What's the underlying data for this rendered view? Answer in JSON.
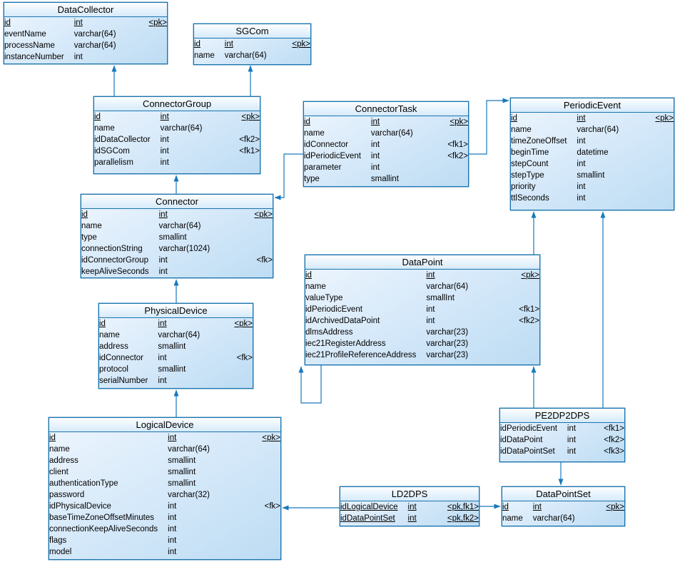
{
  "diagram": {
    "colors": {
      "border": "#1a74ae",
      "line": "#1779bd",
      "text": "#000000",
      "canvas": "#ffffff",
      "header_gradient_top": "#fcfeff",
      "header_gradient_bottom": "#d6eafa",
      "body_gradient_top": "#eef6fd",
      "body_gradient_bottom": "#bddcf3"
    },
    "tables": [
      {
        "name": "DataCollector",
        "columns": [
          {
            "name": "id",
            "type": "int",
            "key": "<pk>",
            "pk": true
          },
          {
            "name": "eventName",
            "type": "varchar(64)",
            "key": "",
            "pk": false
          },
          {
            "name": "processName",
            "type": "varchar(64)",
            "key": "",
            "pk": false
          },
          {
            "name": "instanceNumber",
            "type": "int",
            "key": "",
            "pk": false
          }
        ]
      },
      {
        "name": "SGCom",
        "columns": [
          {
            "name": "id",
            "type": "int",
            "key": "<pk>",
            "pk": true
          },
          {
            "name": "name",
            "type": "varchar(64)",
            "key": "",
            "pk": false
          }
        ]
      },
      {
        "name": "ConnectorGroup",
        "columns": [
          {
            "name": "id",
            "type": "int",
            "key": "<pk>",
            "pk": true
          },
          {
            "name": "name",
            "type": "varchar(64)",
            "key": "",
            "pk": false
          },
          {
            "name": "idDataCollector",
            "type": "int",
            "key": "<fk2>",
            "pk": false
          },
          {
            "name": "idSGCom",
            "type": "int",
            "key": "<fk1>",
            "pk": false
          },
          {
            "name": "parallelism",
            "type": "int",
            "key": "",
            "pk": false
          }
        ]
      },
      {
        "name": "ConnectorTask",
        "columns": [
          {
            "name": "id",
            "type": "int",
            "key": "<pk>",
            "pk": true
          },
          {
            "name": "name",
            "type": "varchar(64)",
            "key": "",
            "pk": false
          },
          {
            "name": "idConnector",
            "type": "int",
            "key": "<fk1>",
            "pk": false
          },
          {
            "name": "idPeriodicEvent",
            "type": "int",
            "key": "<fk2>",
            "pk": false
          },
          {
            "name": "parameter",
            "type": "int",
            "key": "",
            "pk": false
          },
          {
            "name": "type",
            "type": "smallint",
            "key": "",
            "pk": false
          }
        ]
      },
      {
        "name": "PeriodicEvent",
        "columns": [
          {
            "name": "id",
            "type": "int",
            "key": "<pk>",
            "pk": true
          },
          {
            "name": "name",
            "type": "varchar(64)",
            "key": "",
            "pk": false
          },
          {
            "name": "timeZoneOffset",
            "type": "int",
            "key": "",
            "pk": false
          },
          {
            "name": "beginTime",
            "type": "datetime",
            "key": "",
            "pk": false
          },
          {
            "name": "stepCount",
            "type": "int",
            "key": "",
            "pk": false
          },
          {
            "name": "stepType",
            "type": "smallint",
            "key": "",
            "pk": false
          },
          {
            "name": "priority",
            "type": "int",
            "key": "",
            "pk": false
          },
          {
            "name": "ttlSeconds",
            "type": "int",
            "key": "",
            "pk": false
          }
        ]
      },
      {
        "name": "Connector",
        "columns": [
          {
            "name": "id",
            "type": "int",
            "key": "<pk>",
            "pk": true
          },
          {
            "name": "name",
            "type": "varchar(64)",
            "key": "",
            "pk": false
          },
          {
            "name": "type",
            "type": "smallint",
            "key": "",
            "pk": false
          },
          {
            "name": "connectionString",
            "type": "varchar(1024)",
            "key": "",
            "pk": false
          },
          {
            "name": "idConnectorGroup",
            "type": "int",
            "key": "<fk>",
            "pk": false
          },
          {
            "name": "keepAliveSeconds",
            "type": "int",
            "key": "",
            "pk": false
          }
        ]
      },
      {
        "name": "DataPoint",
        "columns": [
          {
            "name": "id",
            "type": "int",
            "key": "<pk>",
            "pk": true
          },
          {
            "name": "name",
            "type": "varchar(64)",
            "key": "",
            "pk": false
          },
          {
            "name": "valueType",
            "type": "smallInt",
            "key": "",
            "pk": false
          },
          {
            "name": "idPeriodicEvent",
            "type": "int",
            "key": "<fk1>",
            "pk": false
          },
          {
            "name": "idArchivedDataPoint",
            "type": "int",
            "key": "<fk2>",
            "pk": false
          },
          {
            "name": "dlmsAddress",
            "type": "varchar(23)",
            "key": "",
            "pk": false
          },
          {
            "name": "iec21RegisterAddress",
            "type": "varchar(23)",
            "key": "",
            "pk": false
          },
          {
            "name": "iec21ProfileReferenceAddress",
            "type": "varchar(23)",
            "key": "",
            "pk": false
          }
        ]
      },
      {
        "name": "PhysicalDevice",
        "columns": [
          {
            "name": "id",
            "type": "int",
            "key": "<pk>",
            "pk": true
          },
          {
            "name": "name",
            "type": "varchar(64)",
            "key": "",
            "pk": false
          },
          {
            "name": "address",
            "type": "smallint",
            "key": "",
            "pk": false
          },
          {
            "name": "idConnector",
            "type": "int",
            "key": "<fk>",
            "pk": false
          },
          {
            "name": "protocol",
            "type": "smallint",
            "key": "",
            "pk": false
          },
          {
            "name": "serialNumber",
            "type": "int",
            "key": "",
            "pk": false
          }
        ]
      },
      {
        "name": "LogicalDevice",
        "columns": [
          {
            "name": "id",
            "type": "int",
            "key": "<pk>",
            "pk": true
          },
          {
            "name": "name",
            "type": "varchar(64)",
            "key": "",
            "pk": false
          },
          {
            "name": "address",
            "type": "smallint",
            "key": "",
            "pk": false
          },
          {
            "name": "client",
            "type": "smallint",
            "key": "",
            "pk": false
          },
          {
            "name": "authenticationType",
            "type": "smallint",
            "key": "",
            "pk": false
          },
          {
            "name": "password",
            "type": "varchar(32)",
            "key": "",
            "pk": false
          },
          {
            "name": "idPhysicalDevice",
            "type": "int",
            "key": "<fk>",
            "pk": false
          },
          {
            "name": "baseTimeZoneOffsetMinutes",
            "type": "int",
            "key": "",
            "pk": false
          },
          {
            "name": "connectionKeepAliveSeconds",
            "type": "int",
            "key": "",
            "pk": false
          },
          {
            "name": "flags",
            "type": "int",
            "key": "",
            "pk": false
          },
          {
            "name": "model",
            "type": "int",
            "key": "",
            "pk": false
          }
        ]
      },
      {
        "name": "PE2DP2DPS",
        "columns": [
          {
            "name": "idPeriodicEvent",
            "type": "int",
            "key": "<fk1>",
            "pk": false
          },
          {
            "name": "idDataPoint",
            "type": "int",
            "key": "<fk2>",
            "pk": false
          },
          {
            "name": "idDataPointSet",
            "type": "int",
            "key": "<fk3>",
            "pk": false
          }
        ]
      },
      {
        "name": "LD2DPS",
        "columns": [
          {
            "name": "idLogicalDevice",
            "type": "int",
            "key": "<pk,fk1>",
            "pk": true
          },
          {
            "name": "idDataPointSet",
            "type": "int",
            "key": "<pk,fk2>",
            "pk": true
          }
        ]
      },
      {
        "name": "DataPointSet",
        "columns": [
          {
            "name": "id",
            "type": "int",
            "key": "<pk>",
            "pk": true
          },
          {
            "name": "name",
            "type": "varchar(64)",
            "key": "",
            "pk": false
          }
        ]
      }
    ],
    "relationships": [
      {
        "from": "ConnectorGroup",
        "to": "DataCollector",
        "fk": "idDataCollector"
      },
      {
        "from": "ConnectorGroup",
        "to": "SGCom",
        "fk": "idSGCom"
      },
      {
        "from": "Connector",
        "to": "ConnectorGroup",
        "fk": "idConnectorGroup"
      },
      {
        "from": "PhysicalDevice",
        "to": "Connector",
        "fk": "idConnector"
      },
      {
        "from": "LogicalDevice",
        "to": "PhysicalDevice",
        "fk": "idPhysicalDevice"
      },
      {
        "from": "ConnectorTask",
        "to": "Connector",
        "fk": "idConnector"
      },
      {
        "from": "ConnectorTask",
        "to": "PeriodicEvent",
        "fk": "idPeriodicEvent"
      },
      {
        "from": "DataPoint",
        "to": "PeriodicEvent",
        "fk": "idPeriodicEvent"
      },
      {
        "from": "PE2DP2DPS",
        "to": "DataPoint",
        "fk": "idDataPoint"
      },
      {
        "from": "PE2DP2DPS",
        "to": "PeriodicEvent",
        "fk": "idPeriodicEvent"
      },
      {
        "from": "DataPoint",
        "to": "DataPoint",
        "fk": "idArchivedDataPoint"
      },
      {
        "from": "LD2DPS",
        "to": "LogicalDevice",
        "fk": "idLogicalDevice"
      },
      {
        "from": "LD2DPS",
        "to": "DataPointSet",
        "fk": "idDataPointSet"
      },
      {
        "from": "PE2DP2DPS",
        "to": "DataPointSet",
        "fk": "idDataPointSet"
      }
    ]
  }
}
